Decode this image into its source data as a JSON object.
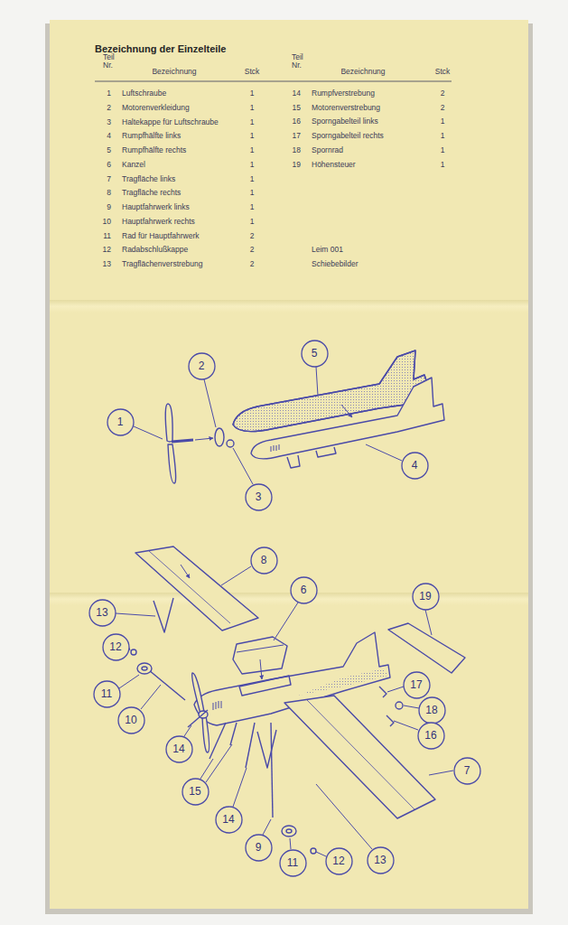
{
  "diagram": {
    "title": "Bezeichnung der Einzelteile",
    "nodes": [
      {
        "text": [
          "5"
        ]
      },
      {
        "text": [
          "2"
        ]
      },
      {
        "text": [
          "1"
        ]
      },
      {
        "text": [
          "4"
        ]
      },
      {
        "text": [
          "3"
        ]
      },
      {
        "text": [
          "8"
        ]
      },
      {
        "text": [
          "6"
        ]
      },
      {
        "text": [
          "19"
        ]
      },
      {
        "text": [
          "13"
        ]
      },
      {
        "text": [
          "12"
        ]
      },
      {
        "text": [
          "11"
        ]
      },
      {
        "text": [
          "17"
        ]
      },
      {
        "text": [
          "18"
        ]
      },
      {
        "text": [
          "10"
        ]
      },
      {
        "text": [
          "16"
        ]
      },
      {
        "text": [
          "14"
        ]
      },
      {
        "text": [
          "7"
        ]
      },
      {
        "text": [
          "15"
        ]
      },
      {
        "text": [
          "14"
        ]
      },
      {
        "text": [
          "9"
        ]
      },
      {
        "text": [
          "12"
        ]
      },
      {
        "text": [
          "13"
        ]
      },
      {
        "text": [
          "11"
        ]
      }
    ],
    "labels": [
      "Teil Nr.",
      "Bezeichnung",
      "Stck",
      "Teil Nr.",
      "Bezeichnung",
      "Stck",
      "1",
      "Luftschraube",
      "1",
      "2",
      "Motorenverkleidung",
      "1",
      "3",
      "Haltekappe für Luftschraube",
      "1",
      "4",
      "Rumpfhälfte links",
      "1",
      "5",
      "Rumpfhälfte rechts",
      "1",
      "6",
      "Kanzel",
      "1",
      "7",
      "Tragfläche links",
      "1",
      "8",
      "Tragfläche rechts",
      "1",
      "9",
      "Hauptfahrwerk links",
      "1",
      "10",
      "Hauptfahrwerk rechts",
      "1",
      "11",
      "Rad für Hauptfahrwerk",
      "2",
      "12",
      "Radabschlußkappe",
      "2",
      "13",
      "Tragflächenverstrebung",
      "2",
      "14",
      "Rumpfverstrebung",
      "2",
      "15",
      "Motorenverstrebung",
      "2",
      "16",
      "Sporngabelteil links",
      "1",
      "17",
      "Sporngabelteil rechts",
      "1",
      "18",
      "Spornrad",
      "1",
      "19",
      "Höhensteuer",
      "1",
      "Leim 001",
      "Schiebebilder"
    ]
  }
}
